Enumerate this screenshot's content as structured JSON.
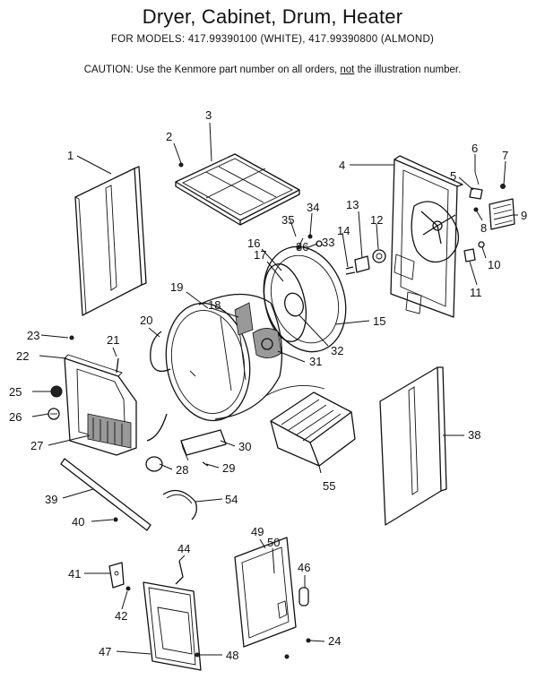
{
  "header": {
    "title": "Dryer, Cabinet, Drum, Heater",
    "models": "FOR MODELS:  417.99390100 (WHITE), 417.99390800 (ALMOND)",
    "caution_prefix": "CAUTION:  Use the Kenmore part number on all orders, ",
    "caution_emphasis": "not",
    "caution_suffix": " the illustration number."
  },
  "callouts": [
    "1",
    "2",
    "3",
    "4",
    "5",
    "6",
    "7",
    "8",
    "9",
    "10",
    "11",
    "12",
    "13",
    "14",
    "15",
    "16",
    "17",
    "18",
    "19",
    "20",
    "21",
    "22",
    "23",
    "24",
    "25",
    "26",
    "27",
    "28",
    "29",
    "30",
    "31",
    "32",
    "33",
    "34",
    "35",
    "36",
    "38",
    "39",
    "40",
    "41",
    "42",
    "44",
    "46",
    "47",
    "48",
    "49",
    "50",
    "54",
    "55"
  ]
}
